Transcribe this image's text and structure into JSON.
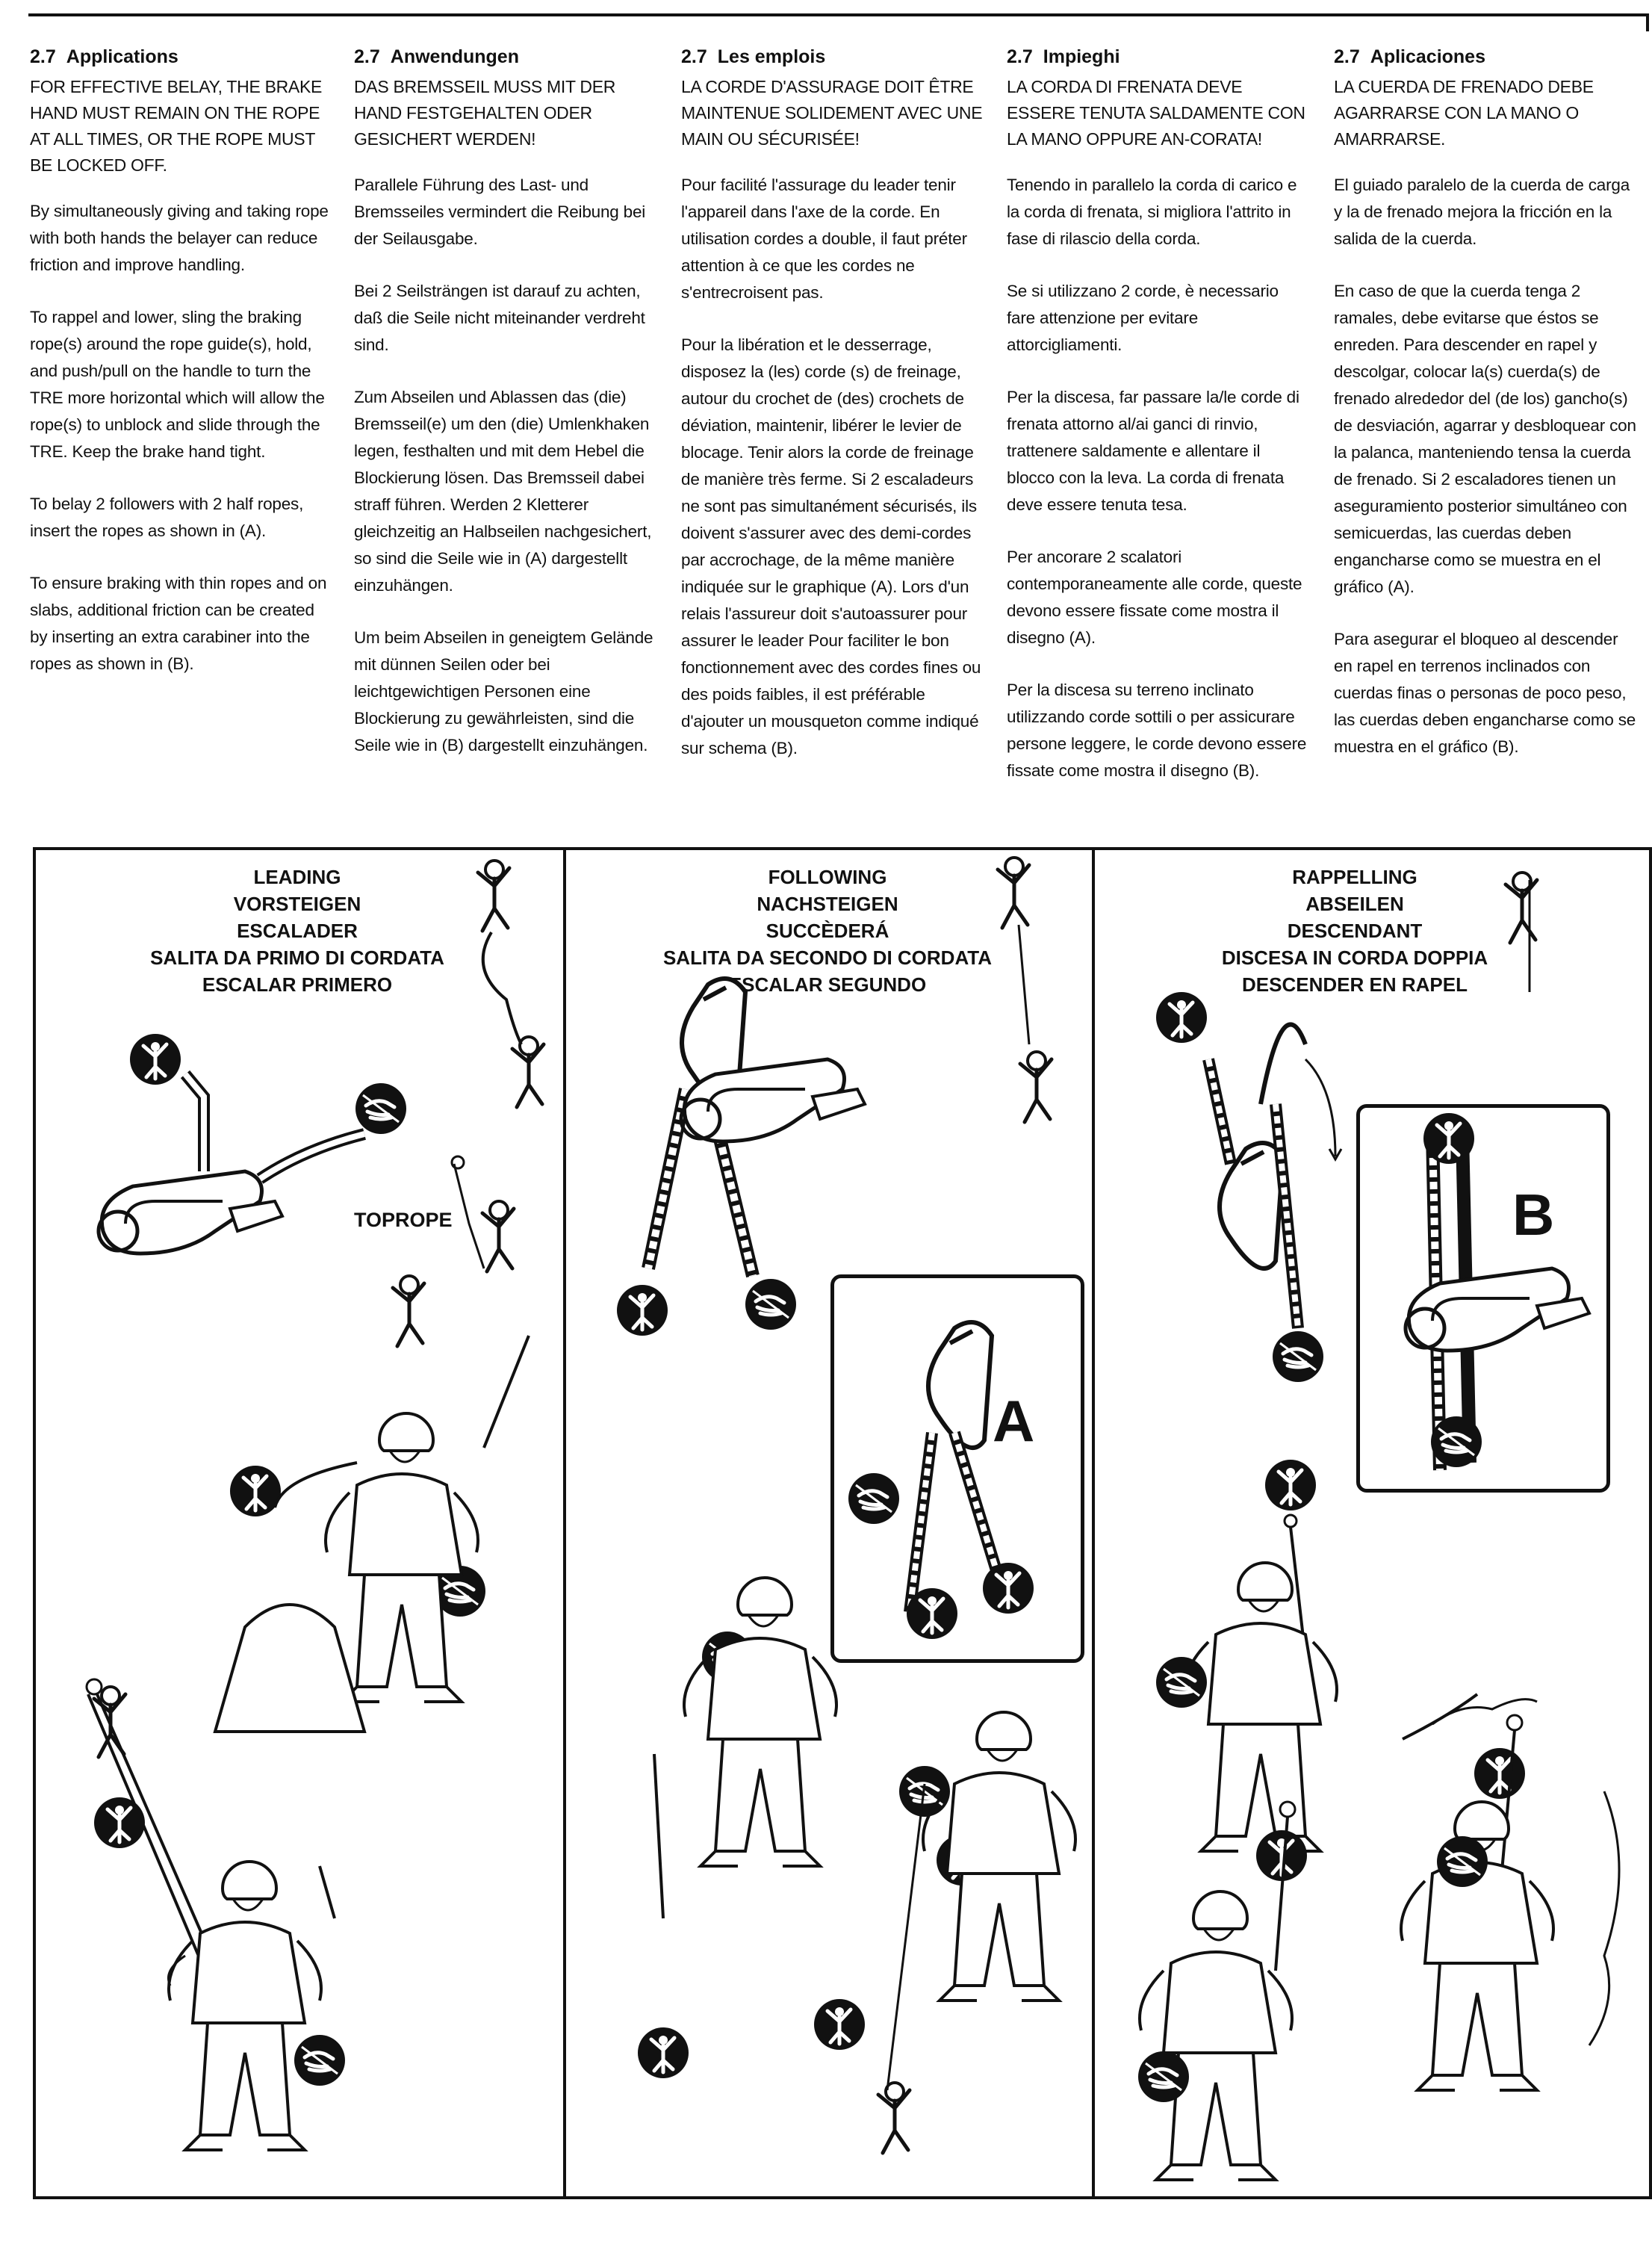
{
  "columns": [
    {
      "num": "2.7",
      "heading": "Applications",
      "warning": "FOR EFFECTIVE BELAY, THE BRAKE HAND MUST REMAIN ON THE ROPE AT ALL TIMES, OR THE ROPE MUST BE LOCKED OFF.",
      "paragraphs": [
        "By simultaneously giving and taking rope with both hands the belayer can reduce friction and improve handling.",
        "To rappel and lower, sling the braking rope(s) around the rope guide(s), hold, and push/pull on the handle to turn the TRE more horizontal which will allow the rope(s) to unblock and slide through the TRE. Keep the brake hand tight.",
        "To belay 2 followers with 2 half ropes, insert the ropes as shown in (A).",
        "To ensure braking with thin ropes and on slabs, additional friction can be created by inserting an extra carabiner into the ropes as shown in (B)."
      ]
    },
    {
      "num": "2.7",
      "heading": "Anwendungen",
      "warning": "DAS BREMSSEIL MUSS MIT DER HAND FESTGEHALTEN ODER GESICHERT WERDEN!",
      "paragraphs": [
        "Parallele Führung des Last- und Bremsseiles vermindert die Reibung bei der Seilausgabe.",
        "Bei 2 Seilsträngen ist darauf zu achten, daß die Seile nicht miteinander verdreht sind.",
        "Zum Abseilen und Ablassen das (die) Bremsseil(e) um den (die) Umlenkhaken legen, festhalten und mit dem Hebel die Blockierung lösen. Das Bremsseil dabei straff führen. Werden 2 Kletterer gleichzeitig an Halbseilen nachgesichert, so sind die Seile wie in (A) dargestellt einzuhängen.",
        "Um beim Abseilen in geneigtem Gelände mit dünnen Seilen oder bei leichtgewichtigen Personen eine Blockierung zu gewährleisten, sind die Seile wie in (B) dargestellt einzuhängen."
      ]
    },
    {
      "num": "2.7",
      "heading": "Les emplois",
      "warning": "LA CORDE D'ASSURAGE DOIT ÊTRE MAINTENUE SOLIDEMENT AVEC UNE MAIN OU SÉCURISÉE!",
      "paragraphs": [
        "Pour facilité l'assurage du leader tenir l'appareil dans l'axe de la corde. En utilisation cordes a double, il faut préter attention à ce que les cordes ne s'entrecroisent pas.",
        "Pour la libération et le desserrage, disposez la (les) corde (s) de freinage, autour du crochet de (des) crochets de déviation, maintenir, libérer le levier de blocage. Tenir alors la corde de freinage de manière très ferme. Si 2 escaladeurs ne sont pas simultanément sécurisés, ils doivent s'assurer avec des demi-cordes par accrochage, de la même manière indiquée sur le graphique (A). Lors d'un relais l'assureur doit s'autoassurer pour assurer le leader Pour faciliter le bon fonctionnement avec des cordes fines ou des poids faibles, il est préférable d'ajouter un mousqueton comme indiqué sur schema (B)."
      ]
    },
    {
      "num": "2.7",
      "heading": "Impieghi",
      "warning": "LA CORDA DI FRENATA DEVE ESSERE TENUTA SALDAMENTE CON LA MANO OPPURE AN-CORATA!",
      "paragraphs": [
        "Tenendo in parallelo la corda di carico e la corda di frenata, si migliora l'attrito in fase di rilascio della corda.",
        "Se si utilizzano 2 corde, è necessario fare attenzione per evitare attorcigliamenti.",
        "Per la discesa, far passare la/le corde di frenata attorno al/ai ganci di rinvio, trattenere saldamente e allentare il blocco con la leva. La corda di frenata deve essere tenuta tesa.",
        "Per ancorare 2 scalatori contemporaneamente alle corde, queste devono essere fissate come mostra il disegno (A).",
        "Per la discesa su terreno inclinato utilizzando corde sottili o per assicurare persone leggere, le corde devono essere fissate come mostra il disegno (B)."
      ]
    },
    {
      "num": "2.7",
      "heading": "Aplicaciones",
      "warning": "LA CUERDA DE FRENADO DEBE AGARRARSE CON LA MANO O AMARRARSE.",
      "paragraphs": [
        "El guiado paralelo de la cuerda de carga y la de frenado mejora la fricción en la salida de la cuerda.",
        "En caso de que la cuerda tenga 2 ramales, debe evitarse que éstos se enreden. Para descender en rapel y descolgar, colocar la(s) cuerda(s) de frenado alrededor del (de los) gancho(s) de desviación, agarrar y desbloquear con la palanca, manteniendo tensa la cuerda de frenado. Si 2 escaladores tienen un aseguramiento posterior simultáneo con semicuerdas, las cuerdas deben engancharse como se muestra en el gráfico (A).",
        "Para asegurar el bloqueo al descender en rapel en terrenos inclinados con cuerdas finas o personas de poco peso, las cuerdas deben engancharse como se muestra en el gráfico (B)."
      ]
    }
  ],
  "panels": {
    "leading": {
      "titles": [
        "LEADING",
        "VORSTEIGEN",
        "ESCALADER",
        "SALITA DA PRIMO DI CORDATA",
        "ESCALAR PRIMERO"
      ],
      "toprope_label": "TOPROPE"
    },
    "following": {
      "titles": [
        "FOLLOWING",
        "NACHSTEIGEN",
        "SUCCÈDERÁ",
        "SALITA DA SECONDO DI CORDATA",
        "ESCALAR SEGUNDO"
      ],
      "inset_label": "A"
    },
    "rappelling": {
      "titles": [
        "RAPPELLING",
        "ABSEILEN",
        "DESCENDANT",
        "DISCESA IN CORDA DOPPIA",
        "DESCENDER EN RAPEL"
      ],
      "inset_label": "B"
    }
  },
  "icons": {
    "climber_badge": "climber-badge-icon",
    "brake_hand_badge": "brake-hand-badge-icon"
  },
  "colors": {
    "ink": "#111111",
    "paper": "#ffffff"
  }
}
